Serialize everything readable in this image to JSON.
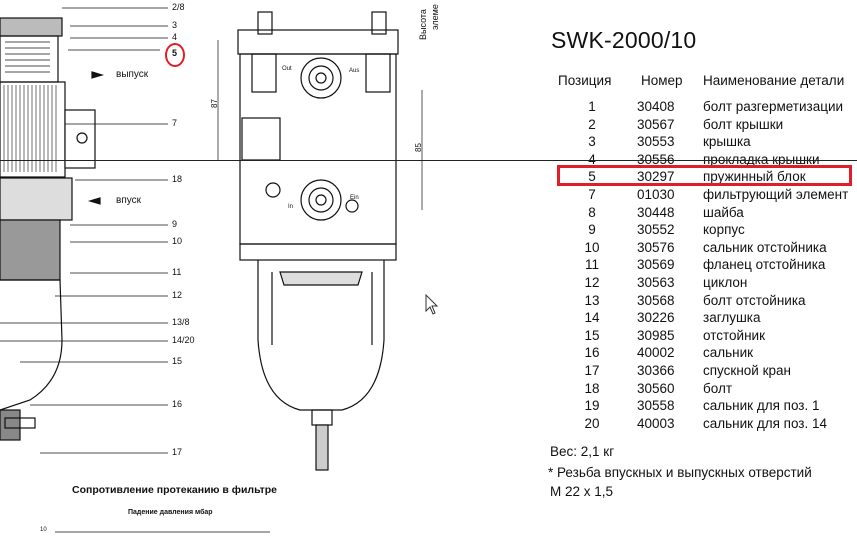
{
  "title": "SWK-2000/10",
  "columns": {
    "position": "Позиция",
    "number": "Номер",
    "name": "Наименование детали"
  },
  "parts": [
    {
      "pos": "1",
      "num": "30408",
      "name": "болт разгерметизации"
    },
    {
      "pos": "2",
      "num": "30567",
      "name": "болт крышки"
    },
    {
      "pos": "3",
      "num": "30553",
      "name": "крышка"
    },
    {
      "pos": "4",
      "num": "30556",
      "name": "прокладка крышки"
    },
    {
      "pos": "5",
      "num": "30297",
      "name": "пружинный блок"
    },
    {
      "pos": "7",
      "num": "01030",
      "name": "фильтрующий элемент"
    },
    {
      "pos": "8",
      "num": "30448",
      "name": "шайба"
    },
    {
      "pos": "9",
      "num": "30552",
      "name": "корпус"
    },
    {
      "pos": "10",
      "num": "30576",
      "name": "сальник отстойника"
    },
    {
      "pos": "11",
      "num": "30569",
      "name": "фланец отстойника"
    },
    {
      "pos": "12",
      "num": "30563",
      "name": "циклон"
    },
    {
      "pos": "13",
      "num": "30568",
      "name": "болт отстойника"
    },
    {
      "pos": "14",
      "num": "30226",
      "name": "заглушка"
    },
    {
      "pos": "15",
      "num": "30985",
      "name": "отстойник"
    },
    {
      "pos": "16",
      "num": "40002",
      "name": "сальник"
    },
    {
      "pos": "17",
      "num": "30366",
      "name": "спускной кран"
    },
    {
      "pos": "18",
      "num": "30560",
      "name": "болт"
    },
    {
      "pos": "19",
      "num": "30558",
      "name": "сальник для поз. 1"
    },
    {
      "pos": "20",
      "num": "40003",
      "name": "сальник для поз. 14"
    }
  ],
  "highlight_color": "#e01e2a",
  "weight": "Вес: 2,1 кг",
  "note_line1": "* Резьба впускных и выпускных отверстий",
  "note_line2": "М 22 х 1,5",
  "drawing": {
    "callouts": [
      "2/8",
      "3",
      "4",
      "5",
      "7",
      "18",
      "9",
      "10",
      "11",
      "12",
      "13/8",
      "14/20",
      "15",
      "16",
      "17"
    ],
    "outlet_label": "выпуск",
    "inlet_label": "впуск",
    "port_out": "Out",
    "port_aus": "Aus",
    "port_in": "In",
    "port_ein": "Ein",
    "dim_87": "87",
    "dim_85": "85",
    "side_label_1": "Высота",
    "side_label_2": "элеме",
    "caption": "Сопротивление протеканию в фильтре",
    "subcaption": "Падение давления мбар",
    "axis_tick": "10"
  }
}
